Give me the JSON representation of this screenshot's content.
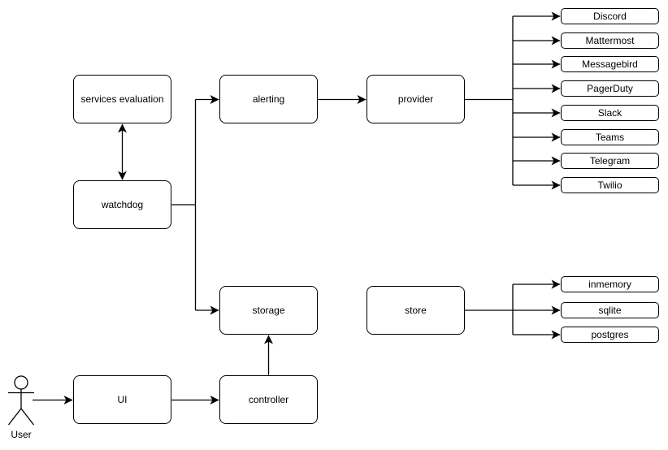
{
  "diagram": {
    "type": "architecture-flowchart",
    "background_color": "#ffffff",
    "stroke_color": "#000000",
    "node_fill_color": "#ffffff",
    "nodes": {
      "services_evaluation": "services evaluation",
      "watchdog": "watchdog",
      "alerting": "alerting",
      "provider": "provider",
      "storage": "storage",
      "store": "store",
      "ui": "UI",
      "controller": "controller"
    },
    "actor": {
      "label": "User"
    },
    "providers": [
      "Discord",
      "Mattermost",
      "Messagebird",
      "PagerDuty",
      "Slack",
      "Teams",
      "Telegram",
      "Twilio"
    ],
    "stores": [
      "inmemory",
      "sqlite",
      "postgres"
    ],
    "edges": [
      {
        "from": "watchdog",
        "to": "services_evaluation",
        "arrows": "both"
      },
      {
        "from": "watchdog",
        "to": "alerting",
        "arrows": "end"
      },
      {
        "from": "watchdog",
        "to": "storage",
        "arrows": "end"
      },
      {
        "from": "alerting",
        "to": "provider",
        "arrows": "end"
      },
      {
        "from": "provider",
        "to": "Discord",
        "arrows": "end"
      },
      {
        "from": "provider",
        "to": "Mattermost",
        "arrows": "end"
      },
      {
        "from": "provider",
        "to": "Messagebird",
        "arrows": "end"
      },
      {
        "from": "provider",
        "to": "PagerDuty",
        "arrows": "end"
      },
      {
        "from": "provider",
        "to": "Slack",
        "arrows": "end"
      },
      {
        "from": "provider",
        "to": "Teams",
        "arrows": "end"
      },
      {
        "from": "provider",
        "to": "Telegram",
        "arrows": "end"
      },
      {
        "from": "provider",
        "to": "Twilio",
        "arrows": "end"
      },
      {
        "from": "store",
        "to": "inmemory",
        "arrows": "end"
      },
      {
        "from": "store",
        "to": "sqlite",
        "arrows": "end"
      },
      {
        "from": "store",
        "to": "postgres",
        "arrows": "end"
      },
      {
        "from": "User",
        "to": "ui",
        "arrows": "end"
      },
      {
        "from": "ui",
        "to": "controller",
        "arrows": "end"
      },
      {
        "from": "controller",
        "to": "storage",
        "arrows": "end"
      },
      {
        "from": "storage",
        "to": "store",
        "arrows": "end"
      }
    ]
  }
}
